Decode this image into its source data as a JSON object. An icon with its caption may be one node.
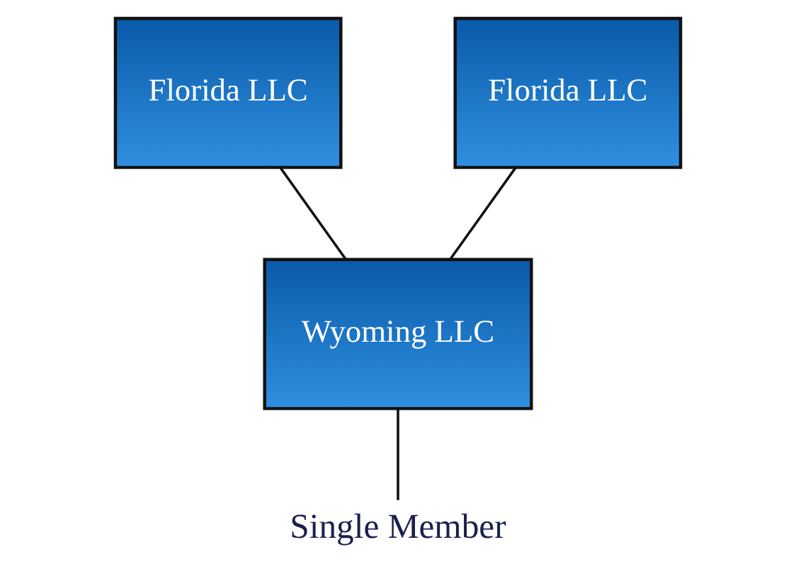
{
  "diagram": {
    "nodes": [
      {
        "text": [
          "Florida LLC"
        ]
      },
      {
        "text": [
          "Florida LLC"
        ]
      },
      {
        "text": [
          "Wyoming LLC"
        ]
      },
      {
        "text": [
          "Single Member"
        ]
      }
    ],
    "edges": [
      {
        "from": 0,
        "to": 2,
        "arrow": "none"
      },
      {
        "from": 1,
        "to": 2,
        "arrow": "none"
      },
      {
        "from": 2,
        "to": 3,
        "arrow": "none"
      }
    ]
  }
}
